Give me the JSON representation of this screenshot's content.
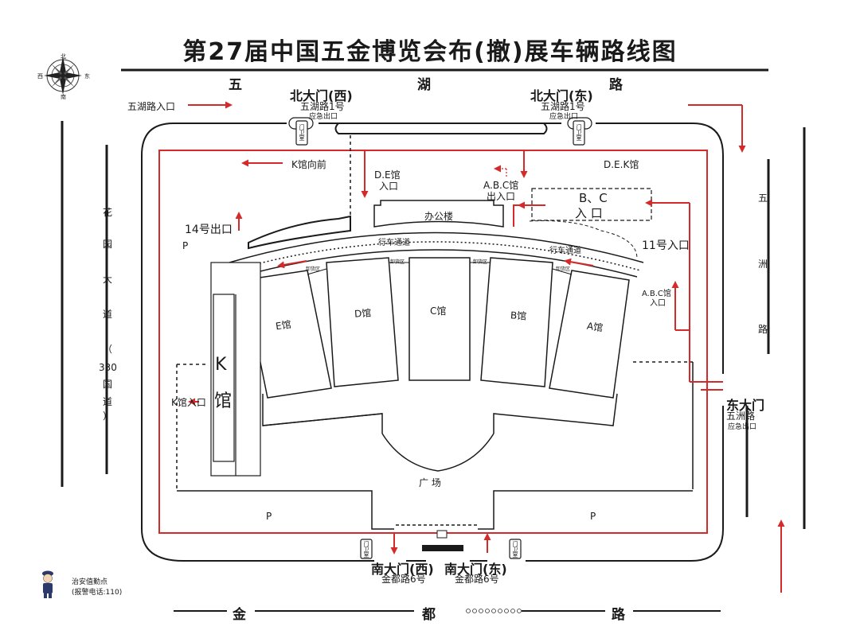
{
  "title": "第27届中国五金博览会布(撤)展车辆路线图",
  "compass": {
    "north": "北",
    "south": "南",
    "east": "东",
    "west": "西"
  },
  "roads": {
    "north": [
      "五",
      "湖",
      "路"
    ],
    "south": [
      "金",
      "都",
      "路"
    ],
    "west_chars": [
      "花",
      "园",
      "大",
      "道",
      "（",
      "330",
      "国",
      "道",
      "）"
    ],
    "east_chars": [
      "五",
      "洲",
      "路"
    ]
  },
  "gates": {
    "north_west": {
      "name": "北大门(西)",
      "address": "五湖路1号",
      "note": "应急出口"
    },
    "north_east": {
      "name": "北大门(东)",
      "address": "五湖路1号",
      "note": "应急出口"
    },
    "south_west": {
      "name": "南大门(西)",
      "address": "金都路6号"
    },
    "south_east": {
      "name": "南大门(东)",
      "address": "金都路6号"
    },
    "east": {
      "name": "东大门",
      "address": "五洲路",
      "note": "应急出口"
    }
  },
  "labels": {
    "wuhu_entry": "五湖路入口",
    "k_forward": "K馆向前",
    "de_entry_1": "D.E馆",
    "de_entry_2": "入口",
    "abc_exit_1": "A.B.C馆",
    "abc_exit_2": "出入口",
    "dek": "D.E.K馆",
    "bc_1": "B、C",
    "bc_2": "入 口",
    "exit_14": "14号出口",
    "entry_11": "11号入口",
    "office": "办公楼",
    "lane_1": "行车通道",
    "lane_2": "行车通道",
    "abc_entry_1": "A.B.C馆",
    "abc_entry_2": "入口",
    "k_entry": "K馆入口",
    "plaza": "广 场",
    "parking": "P",
    "guard_room": "门卫室",
    "unload_area": "卸货区",
    "police_1": "治安值勤点",
    "police_2": "(报警电话:110)"
  },
  "halls": [
    {
      "key": "E",
      "name": "E馆"
    },
    {
      "key": "D",
      "name": "D馆"
    },
    {
      "key": "C",
      "name": "C馆"
    },
    {
      "key": "B",
      "name": "B馆"
    },
    {
      "key": "A",
      "name": "A馆"
    }
  ],
  "k_hall": [
    "K",
    "馆"
  ],
  "colors": {
    "route": "#d42a2a",
    "line": "#1a1a1a",
    "guard": "#2b3a6b"
  }
}
